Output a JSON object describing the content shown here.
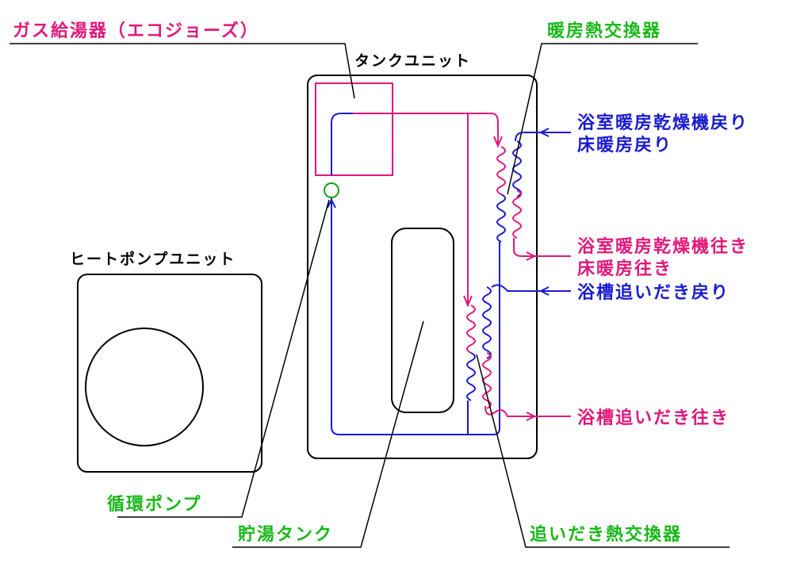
{
  "labels": {
    "gas_water_heater": "ガス給湯器（エコジョーズ）",
    "tank_unit": "タンクユニット",
    "heating_heat_exchanger": "暖房熱交換器",
    "bathroom_dryer_return": "浴室暖房乾燥機戻り",
    "floor_heating_return": "床暖房戻り",
    "bathroom_dryer_supply": "浴室暖房乾燥機往き",
    "floor_heating_supply": "床暖房往き",
    "bath_reheat_return": "浴槽追いだき戻り",
    "bath_reheat_supply": "浴槽追いだき往き",
    "heat_pump_unit": "ヒートポンプユニット",
    "circulation_pump": "循環ポンプ",
    "hot_water_tank": "貯湯タンク",
    "reheat_heat_exchanger": "追いだき熱交換器"
  },
  "colors": {
    "hot": "#e0187a",
    "cold": "#1a1ad0",
    "green_label": "#18b818",
    "pump": "#18a018",
    "outline": "#000000"
  }
}
